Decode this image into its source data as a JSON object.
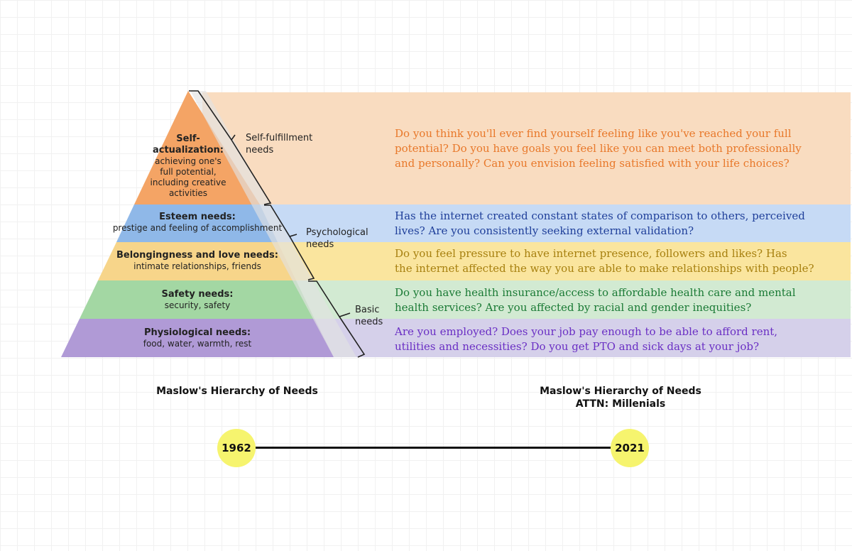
{
  "pyramid": {
    "levels": [
      {
        "title_lines": [
          "Self-",
          "actualization:"
        ],
        "desc_lines": [
          "achieving one's",
          "full potential,",
          "including creative",
          "activities"
        ],
        "color": "#f4a465"
      },
      {
        "title_lines": [
          "Esteem needs:"
        ],
        "desc_lines": [
          "prestige and feeling of accomplishment"
        ],
        "color": "#8fb8e8"
      },
      {
        "title_lines": [
          "Belongingness and love needs:"
        ],
        "desc_lines": [
          "intimate relationships, friends"
        ],
        "color": "#f7d58a"
      },
      {
        "title_lines": [
          "Safety needs:"
        ],
        "desc_lines": [
          "security, safety"
        ],
        "color": "#a3d7a3"
      },
      {
        "title_lines": [
          "Physiological needs:"
        ],
        "desc_lines": [
          "food, water, warmth, rest"
        ],
        "color": "#b09ad6"
      }
    ],
    "groups": [
      {
        "lines": [
          "Self-fulfillment",
          "needs"
        ]
      },
      {
        "lines": [
          "Psychological",
          "needs"
        ]
      },
      {
        "lines": [
          "Basic",
          "needs"
        ]
      }
    ]
  },
  "questions": [
    {
      "lines": [
        "Do you think you'll ever find yourself feeling like you've reached your full",
        "potential? Do you have goals you feel like you can meet both professionally",
        "and personally? Can you envision feeling satisfied with your life choices?"
      ],
      "text_color": "#e8782a",
      "band_color": "#f9dcc0"
    },
    {
      "lines": [
        "Has the internet created constant states of comparison to others, perceived",
        "lives? Are you consistently seeking external validation?"
      ],
      "text_color": "#1f3f9a",
      "band_color": "#c6daf5"
    },
    {
      "lines": [
        "Do you feel pressure to have internet presence, followers and likes? Has",
        "the internet affected the way you are able to make relationships with people?"
      ],
      "text_color": "#a7800f",
      "band_color": "#fae59e"
    },
    {
      "lines": [
        "Do you have health insurance/access to affordable health care and mental",
        "health services? Are you affected by racial and gender inequities?"
      ],
      "text_color": "#1a7a35",
      "band_color": "#d2ead2"
    },
    {
      "lines": [
        "Are you employed? Does your job pay enough to be able to afford rent,",
        "utilities and necessities? Do you get PTO and sick days at your job?"
      ],
      "text_color": "#6a2fc4",
      "band_color": "#d5d0ea"
    }
  ],
  "timeline": {
    "left_caption_lines": [
      "Maslow's Hierarchy of Needs"
    ],
    "right_caption_lines": [
      "Maslow's Hierarchy of Needs",
      "ATTN: Millenials"
    ],
    "start_year": "1962",
    "end_year": "2021",
    "marker_color": "#f6f46e"
  }
}
